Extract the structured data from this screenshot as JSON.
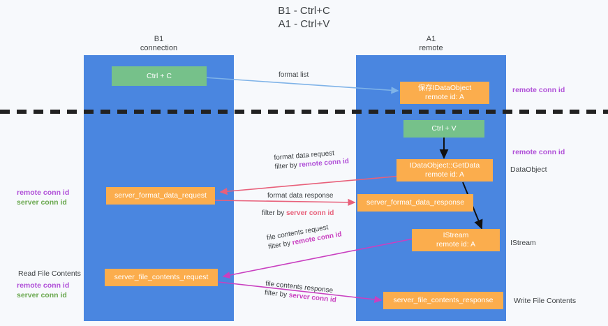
{
  "title": {
    "line1": "B1 - Ctrl+C",
    "line2": "A1 - Ctrl+V"
  },
  "lanes": [
    {
      "id": "b1",
      "name": "B1",
      "role": "connection",
      "color": "#4a86e0"
    },
    {
      "id": "a1",
      "name": "A1",
      "role": "remote",
      "color": "#4a86e0"
    }
  ],
  "nodes": {
    "ctrl_c": {
      "label": "Ctrl + C",
      "color": "#76c18a"
    },
    "save_idataobject": {
      "label": "保存IDataObject",
      "sub": "remote id: A",
      "color": "#fbad4d"
    },
    "ctrl_v": {
      "label": "Ctrl + V",
      "color": "#76c18a"
    },
    "getdata": {
      "label": "IDataObject::GetData",
      "sub": "remote id: A",
      "color": "#fbad4d"
    },
    "format_request": {
      "label": "server_format_data_request",
      "color": "#fbad4d"
    },
    "format_response": {
      "label": "server_format_data_response",
      "color": "#fbad4d"
    },
    "istream": {
      "label": "IStream",
      "sub": "remote id: A",
      "color": "#fbad4d"
    },
    "file_request": {
      "label": "server_file_contents_request",
      "color": "#fbad4d"
    },
    "file_response": {
      "label": "server_file_contents_response",
      "color": "#fbad4d"
    }
  },
  "edges": {
    "format_list": {
      "label": "format list"
    },
    "format_data_request": {
      "label": "format data request",
      "filter_prefix": "filter by ",
      "filter_key": "remote conn id"
    },
    "format_data_response": {
      "label": "format data response",
      "filter_prefix": "filter by ",
      "filter_key": "server conn id"
    },
    "file_contents_request": {
      "label": "file contents request",
      "filter_prefix": "filter by ",
      "filter_key": "remote conn id"
    },
    "file_contents_response": {
      "label": "file contents response",
      "filter_prefix": "filter by ",
      "filter_key": "server conn id"
    }
  },
  "annotations": {
    "right_remote_conn_id_top": "remote conn id",
    "right_remote_conn_id_mid": "remote conn id",
    "right_dataobject": "DataObject",
    "right_istream": "IStream",
    "right_write_file_contents": "Write File Contents",
    "left_remote_conn_id_mid": "remote conn id",
    "left_server_conn_id_mid": "server conn id",
    "left_read_file_contents": "Read File Contents",
    "left_remote_conn_id_bottom": "remote conn id",
    "left_server_conn_id_bottom": "server conn id"
  },
  "colors": {
    "lane": "#4a86e0",
    "green_node": "#76c18a",
    "orange_node": "#fbad4d",
    "remote_conn_id": "#b050d8",
    "server_conn_id": "#6aa84f",
    "format_arrow": "#e8607a",
    "file_arrow": "#c940c0",
    "format_list_arrow": "#7fb3e8",
    "background": "#f7f9fc"
  }
}
